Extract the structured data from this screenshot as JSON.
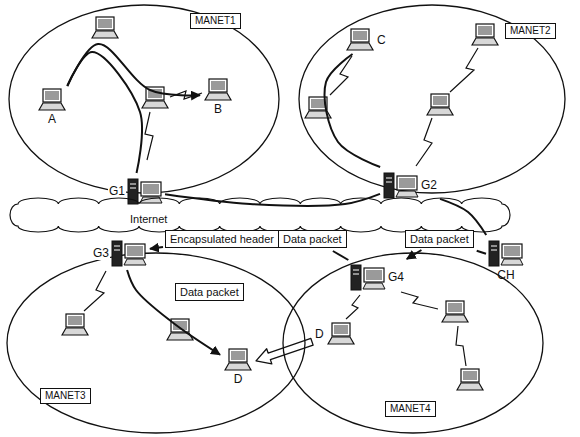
{
  "diagram": {
    "nodes": [
      {
        "text": [
          "MANET1"
        ]
      },
      {
        "text": [
          "A"
        ],
        "in": 0
      },
      {
        "text": [
          "B"
        ],
        "in": 0
      },
      {
        "text": [
          "G1"
        ],
        "in": 0
      },
      {
        "text": [
          "MANET2"
        ]
      },
      {
        "text": [
          "C"
        ],
        "in": 4
      },
      {
        "text": [
          "G2"
        ],
        "in": 4
      },
      {
        "text": [
          "Internet"
        ]
      },
      {
        "text": [
          "CH"
        ]
      },
      {
        "text": [
          "MANET3"
        ]
      },
      {
        "text": [
          "G3"
        ],
        "in": 9
      },
      {
        "text": [
          "D"
        ],
        "in": 9
      },
      {
        "text": [
          "MANET4"
        ]
      },
      {
        "text": [
          "G4"
        ],
        "in": 12
      },
      {
        "text": [
          "D"
        ],
        "in": 12
      },
      {
        "text": [
          "Encapsulated header"
        ]
      },
      {
        "text": [
          "Data packet"
        ]
      },
      {
        "text": [
          "Data packet"
        ]
      },
      {
        "text": [
          "Data packet"
        ],
        "in": 9
      }
    ],
    "edges": [
      {
        "from": 1,
        "to": 2,
        "arrow": "to"
      },
      {
        "from": 1,
        "to": 3,
        "arrow": "none"
      },
      {
        "from": 5,
        "to": 6,
        "arrow": "none"
      },
      {
        "from": 3,
        "to": 6,
        "arrow": "none"
      },
      {
        "from": 6,
        "to": 8,
        "arrow": "none"
      },
      {
        "from": 8,
        "to": 17,
        "arrow": "none"
      },
      {
        "from": 17,
        "to": 13,
        "arrow": "to"
      },
      {
        "from": 13,
        "to": 16,
        "arrow": "none"
      },
      {
        "from": 15,
        "to": 10,
        "arrow": "to"
      },
      {
        "from": 10,
        "to": 11,
        "arrow": "to"
      },
      {
        "from": 14,
        "to": 11,
        "arrow": "to"
      }
    ]
  }
}
